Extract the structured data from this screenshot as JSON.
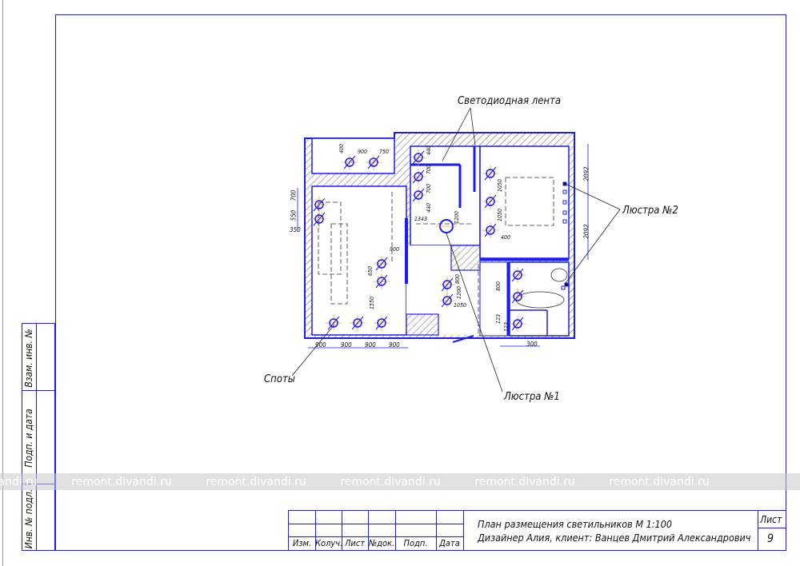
{
  "side_strip": {
    "labels": [
      "Взам. инв. №",
      "Подп. и дата",
      "Инв. № подл."
    ]
  },
  "watermark": {
    "text": "remont.divandi.ru",
    "repeat": 6
  },
  "title_block": {
    "column_headers": [
      "Изм.",
      "Колуч.",
      "Лист",
      "№док.",
      "Подп.",
      "Дата"
    ],
    "title_line1": "План размещения светильников М 1:100",
    "title_line2": "Дизайнер Алия, клиент: Ванцев Дмитрий Александрович",
    "sheet_label": "Лист",
    "sheet_number": "9"
  },
  "plan": {
    "annotations": {
      "led_strip": "Светодиодная лента",
      "chandelier2": "Люстра №2",
      "chandelier1": "Люстра №1",
      "spots": "Споты"
    },
    "dimensions": {
      "bottom": [
        "900",
        "900",
        "900",
        "900"
      ],
      "bottom_right": "300",
      "left": [
        "700",
        "550",
        "350"
      ],
      "right": [
        "2092",
        "2092"
      ],
      "interior": [
        "400",
        "900",
        "750",
        "440",
        "700",
        "700",
        "440",
        "1343",
        "1200",
        "1050",
        "1050",
        "400",
        "900",
        "650",
        "1550",
        "800",
        "1200",
        "1050",
        "800",
        "123",
        "123"
      ]
    }
  },
  "colors": {
    "line": "#1a1aff",
    "crosshair": "#f0a040",
    "hatch": "#333333"
  }
}
